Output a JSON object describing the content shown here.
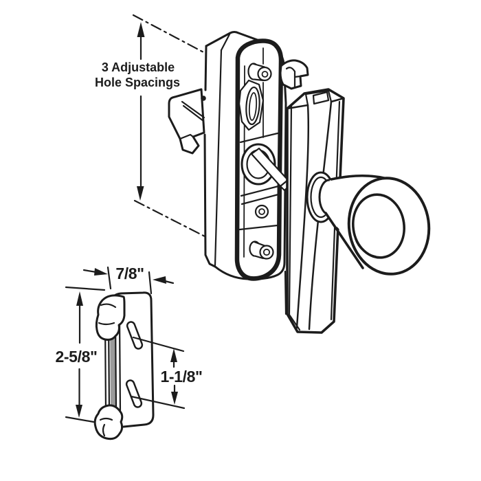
{
  "diagram": {
    "subject": "Storm door knob latch assembly with adjustable strike plate",
    "annotations": {
      "hole_spacings_line1": "3 Adjustable",
      "hole_spacings_line2": "Hole Spacings",
      "plate_width": "7/8\"",
      "plate_height": "2-5/8\"",
      "slot_spacing": "1-1/8\""
    },
    "colors": {
      "line": "#1c1c1c",
      "background": "#ffffff",
      "insert_strip": "#9a9a9a"
    }
  }
}
